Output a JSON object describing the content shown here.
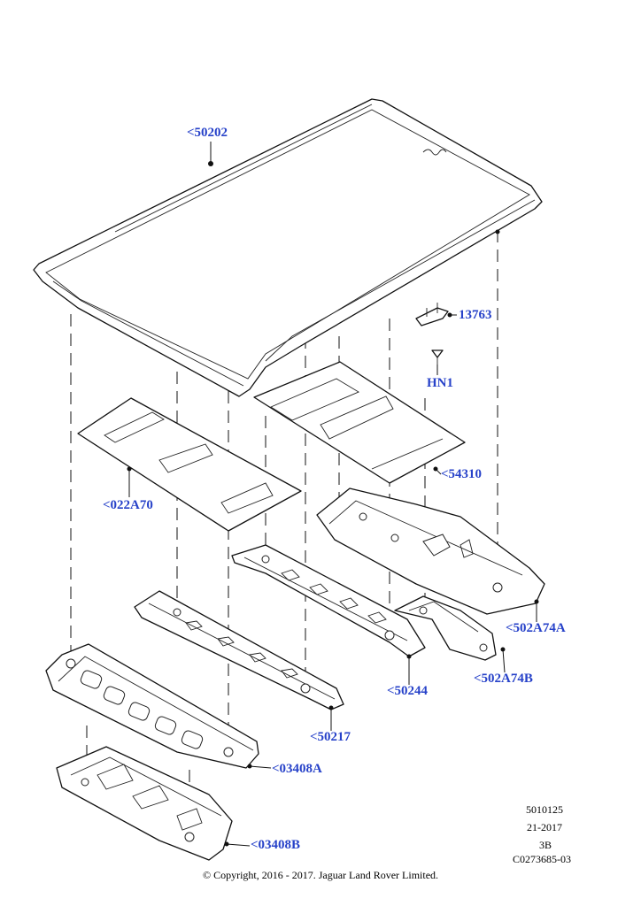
{
  "callouts": {
    "roof_panel": "<50202",
    "bracket": "13763",
    "clip": "HN1",
    "rear_pad": "<54310",
    "front_pad": "<022A70",
    "rear_rail": "<502A74A",
    "rear_bracket": "<502A74B",
    "mid_bow": "<50244",
    "front_bow": "<50217",
    "front_header_upper": "<03408A",
    "front_header_lower": "<03408B"
  },
  "meta": {
    "code1": "5010125",
    "date": "21-2017",
    "rev": "3B",
    "ref": "C0273685-03"
  },
  "copyright": "© Copyright, 2016 - 2017. Jaguar Land Rover Limited."
}
